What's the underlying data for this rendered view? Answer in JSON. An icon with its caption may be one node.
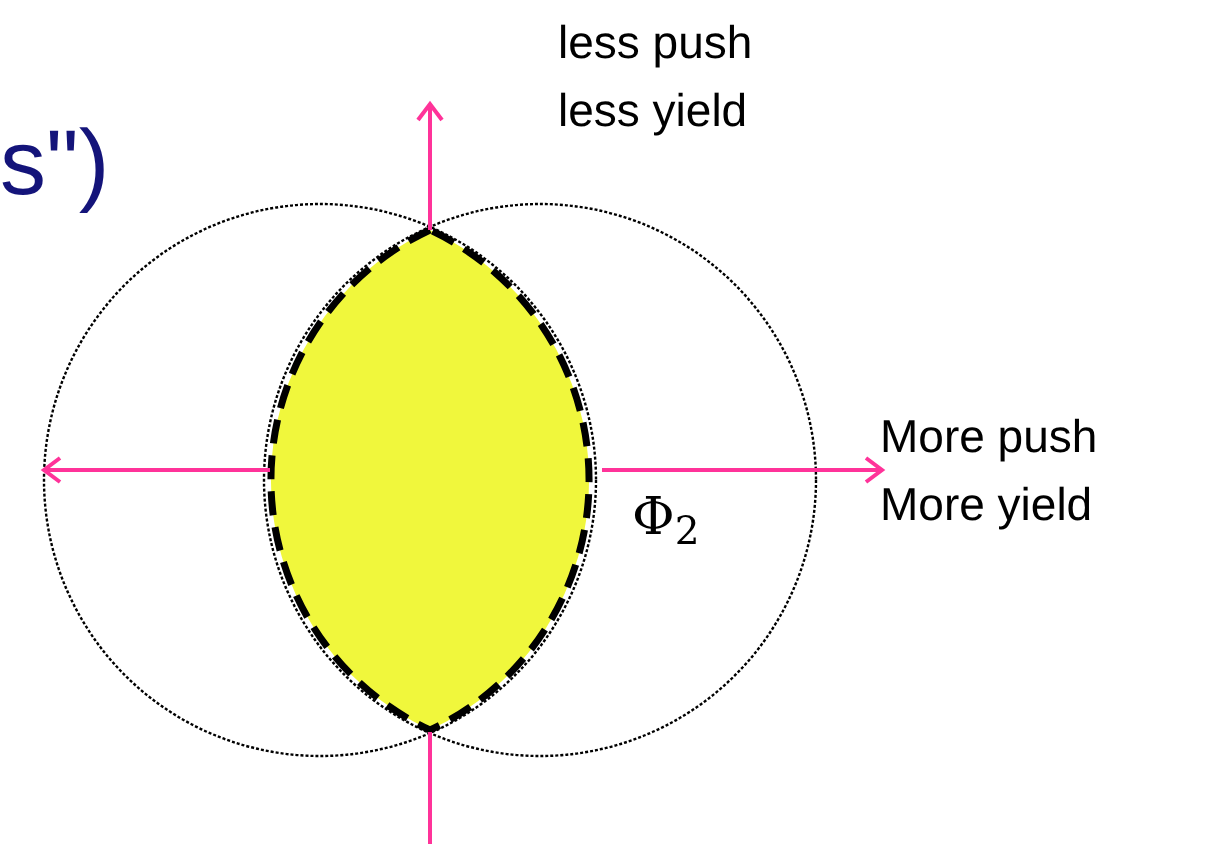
{
  "diagram": {
    "nodes": [
      {
        "text": [],
        "shape": "ellipse"
      },
      {
        "text": [
          "More push More yield"
        ]
      }
    ],
    "edges": [
      {
        "from": 0,
        "to": null,
        "arrow": "to"
      },
      {
        "from": 0,
        "to": 1,
        "arrow": "to"
      },
      {
        "from": 0,
        "to": null,
        "arrow": "to"
      },
      {
        "from": 0,
        "to": null,
        "arrow": "to"
      }
    ],
    "labels": [
      "s\")",
      "less push less yield",
      "Φ$_{2}$"
    ]
  }
}
